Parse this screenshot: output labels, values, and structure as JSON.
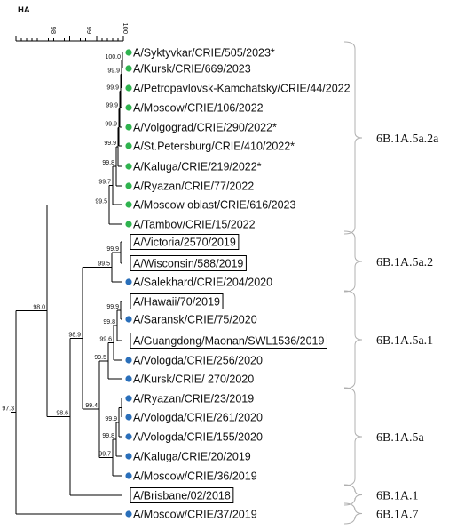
{
  "title": "HA",
  "scale": {
    "ticks": [
      "98",
      "99",
      "100"
    ]
  },
  "colors": {
    "green": "#2fb34f",
    "blue": "#2a6fba",
    "line": "#000000",
    "bracket": "#b0b0b0"
  },
  "leaves": [
    {
      "label": "A/Syktyvkar/CRIE/505/2023",
      "star": true,
      "marker": "green",
      "boxed": false
    },
    {
      "label": "A/Kursk/CRIE/669/2023",
      "star": false,
      "marker": "green",
      "boxed": false
    },
    {
      "label": "A/Petropavlovsk-Kamchatsky/CRIE/44/2022",
      "star": false,
      "marker": "green",
      "boxed": false
    },
    {
      "label": "A/Moscow/CRIE/106/2022",
      "star": false,
      "marker": "green",
      "boxed": false
    },
    {
      "label": "A/Volgograd/CRIE/290/2022",
      "star": true,
      "marker": "green",
      "boxed": false
    },
    {
      "label": "A/St.Petersburg/CRIE/410/2022",
      "star": true,
      "marker": "green",
      "boxed": false
    },
    {
      "label": "A/Kaluga/CRIE/219/2022",
      "star": true,
      "marker": "green",
      "boxed": false
    },
    {
      "label": "A/Ryazan/CRIE/77/2022",
      "star": false,
      "marker": "green",
      "boxed": false
    },
    {
      "label": "A/Moscow oblast/CRIE/616/2023",
      "star": false,
      "marker": "green",
      "boxed": false
    },
    {
      "label": "A/Tambov/CRIE/15/2022",
      "star": false,
      "marker": "green",
      "boxed": false
    },
    {
      "label": "A/Victoria/2570/2019",
      "star": false,
      "marker": "none",
      "boxed": true
    },
    {
      "label": "A/Wisconsin/588/2019",
      "star": false,
      "marker": "none",
      "boxed": true
    },
    {
      "label": "A/Salekhard/CRIE/204/2020",
      "star": false,
      "marker": "blue",
      "boxed": false
    },
    {
      "label": "A/Hawaii/70/2019",
      "star": false,
      "marker": "none",
      "boxed": true
    },
    {
      "label": "A/Saransk/CRIE/75/2020",
      "star": false,
      "marker": "blue",
      "boxed": false
    },
    {
      "label": "A/Guangdong/Maonan/SWL1536/2019",
      "star": false,
      "marker": "none",
      "boxed": true
    },
    {
      "label": "A/Vologda/CRIE/256/2020",
      "star": false,
      "marker": "blue",
      "boxed": false
    },
    {
      "label": "A/Kursk/CRIE/ 270/2020",
      "star": false,
      "marker": "blue",
      "boxed": false
    },
    {
      "label": "A/Ryazan/CRIE/23/2019",
      "star": false,
      "marker": "blue",
      "boxed": false
    },
    {
      "label": "A/Vologda/CRIE/261/2020",
      "star": false,
      "marker": "blue",
      "boxed": false
    },
    {
      "label": "A/Vologda/CRIE/155/2020",
      "star": false,
      "marker": "blue",
      "boxed": false
    },
    {
      "label": "A/Kaluga/CRIE/20/2019",
      "star": false,
      "marker": "blue",
      "boxed": false
    },
    {
      "label": "A/Moscow/CRIE/36/2019",
      "star": false,
      "marker": "blue",
      "boxed": false
    },
    {
      "label": "A/Brisbane/02/2018",
      "star": false,
      "marker": "none",
      "boxed": true
    },
    {
      "label": "A/Moscow/CRIE/37/2019",
      "star": false,
      "marker": "blue",
      "boxed": false
    }
  ],
  "support_values": [
    "100.0",
    "99.9",
    "99.9",
    "99.9",
    "99.9",
    "99.9",
    "99.8",
    "99.7",
    "99.5",
    "99.9",
    "99.5",
    "99.9",
    "99.8",
    "99.6",
    "99.5",
    "99.4",
    "99.9",
    "99.8",
    "99.7",
    "98.9",
    "98.6",
    "98.0",
    "97.3"
  ],
  "clades": [
    {
      "label": "6B.1A.5a.2a",
      "first": 0,
      "last": 9
    },
    {
      "label": "6B.1A.5a.2",
      "first": 10,
      "last": 12
    },
    {
      "label": "6B.1A.5a.1",
      "first": 13,
      "last": 17
    },
    {
      "label": "6B.1A.5a",
      "first": 18,
      "last": 22
    },
    {
      "label": "6B.1A.1",
      "first": 23,
      "last": 23
    },
    {
      "label": "6B.1A.7",
      "first": 24,
      "last": 24
    }
  ]
}
